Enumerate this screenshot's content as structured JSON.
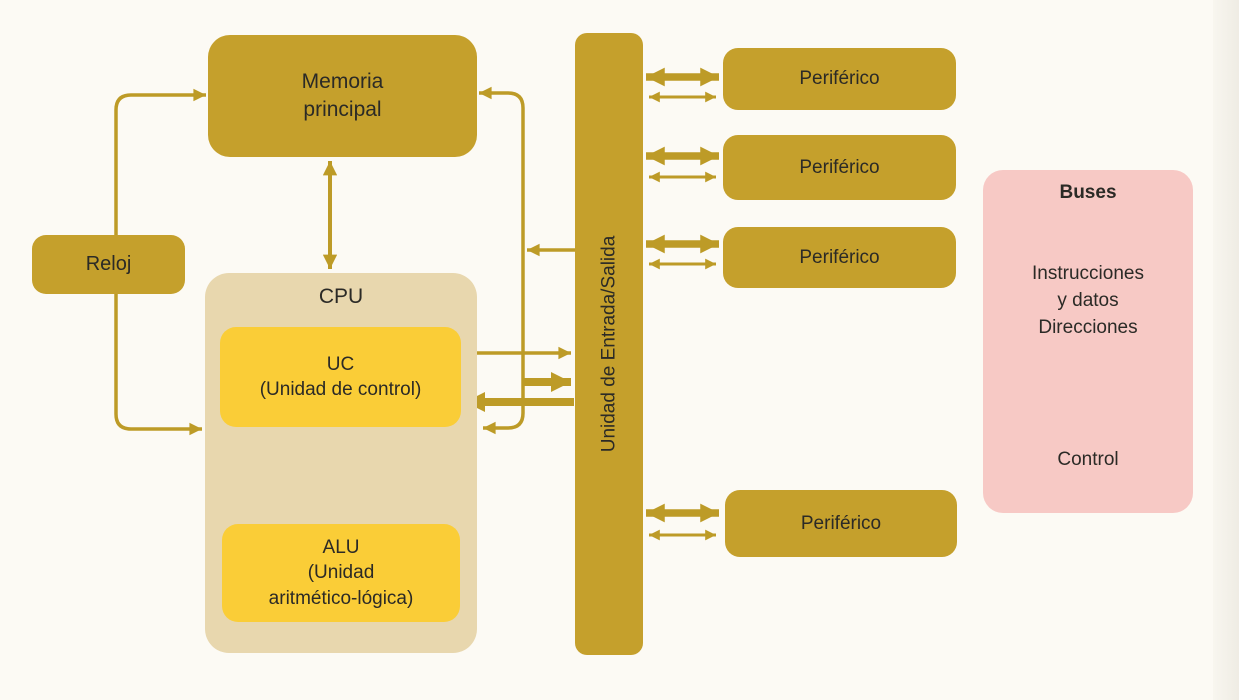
{
  "colors": {
    "gold": "#c5a02c",
    "arrow": "#bd9b27",
    "cpu_bg": "#e8d7ae",
    "yellow": "#facd37",
    "pink": "#f7c9c5",
    "ink": "#2b2a26",
    "page": "#fcfaf4"
  },
  "boxes": {
    "reloj": {
      "label": "Reloj"
    },
    "memoria": {
      "label": "Memoria\nprincipal"
    },
    "cpu": {
      "title": "CPU"
    },
    "uc": {
      "label": "UC\n(Unidad de control)"
    },
    "alu": {
      "label": "ALU\n(Unidad\naritmético-lógica)"
    },
    "io": {
      "label": "Unidad de Entrada/Salida"
    },
    "perifericos": [
      {
        "label": "Periférico"
      },
      {
        "label": "Periférico"
      },
      {
        "label": "Periférico"
      },
      {
        "label": "Periférico"
      }
    ]
  },
  "legend": {
    "title": "Buses",
    "bus1_label": "Instrucciones\ny datos\nDirecciones",
    "bus2_label": "Control"
  }
}
